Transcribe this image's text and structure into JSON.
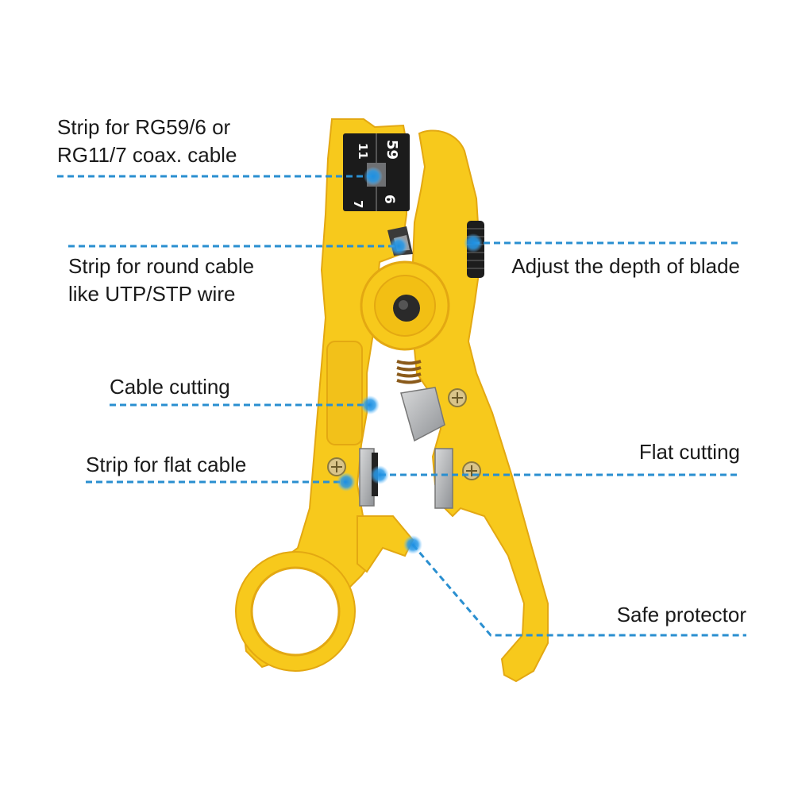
{
  "callouts": {
    "coax_strip": {
      "line1": "Strip for RG59/6 or",
      "line2": "RG11/7 coax. cable"
    },
    "round_cable": {
      "line1": "Strip for round cable",
      "line2": "like UTP/STP wire"
    },
    "blade_depth": {
      "label": "Adjust the depth of blade"
    },
    "cable_cutting": {
      "label": "Cable cutting"
    },
    "flat_cable": {
      "label": "Strip for flat cable"
    },
    "flat_cutting": {
      "label": "Flat cutting"
    },
    "safe_protector": {
      "label": "Safe protector"
    }
  },
  "insert_numbers": {
    "top_left": "11",
    "top_right": "59",
    "bottom_left": "7",
    "bottom_right": "6"
  },
  "colors": {
    "tool_body": "#f7c91c",
    "tool_shadow": "#e3a812",
    "leader_line": "#2a8fd0",
    "marker_dot": "#1f8fe0",
    "insert_black": "#1b1b1b",
    "blade_gray": "#b9bbbd"
  }
}
